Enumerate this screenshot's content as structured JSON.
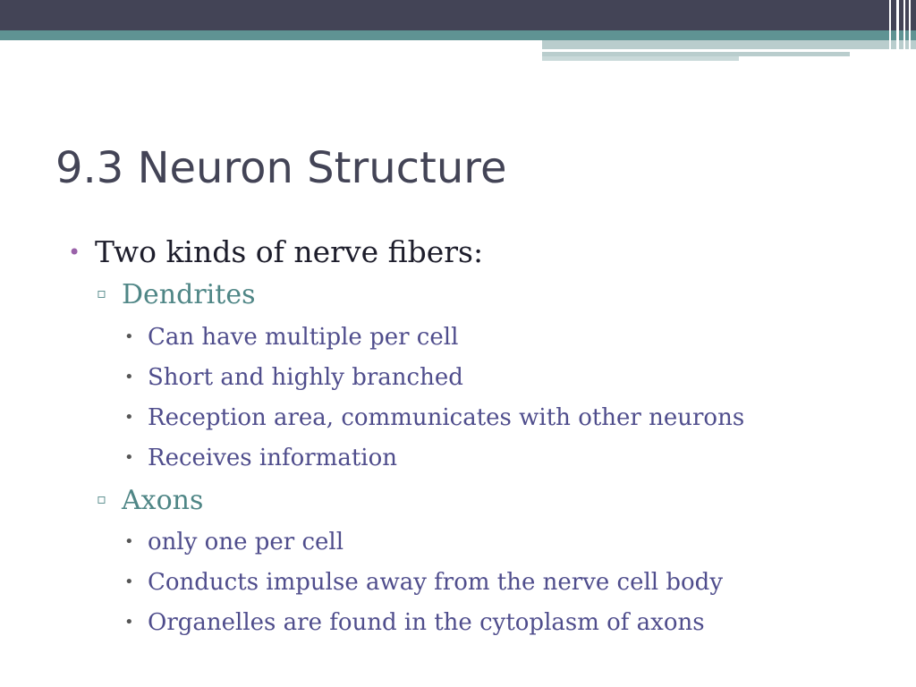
{
  "slide": {
    "title": "9.3 Neuron Structure",
    "bullets": {
      "main": "Two kinds of nerve fibers:",
      "main_marker": "•",
      "sub_marker": "▫",
      "detail_marker": "•",
      "dendrites": {
        "label": "Dendrites",
        "items": [
          "Can have multiple per cell",
          "Short and highly branched",
          "Reception area, communicates with other neurons",
          "Receives information"
        ]
      },
      "axons": {
        "label": "Axons",
        "items": [
          "only one per cell",
          "Conducts impulse away from the nerve cell body",
          "Organelles are found in the cytoplasm of axons"
        ]
      }
    }
  },
  "colors": {
    "header_dark": "#434456",
    "header_teal": "#5f9393",
    "header_light": "#b9cdcd",
    "title_text": "#434456",
    "level1_text": "#1d1d2b",
    "level1_bullet": "#9a62a9",
    "level2_text": "#4f8686",
    "level3_text": "#4f4d8c"
  }
}
